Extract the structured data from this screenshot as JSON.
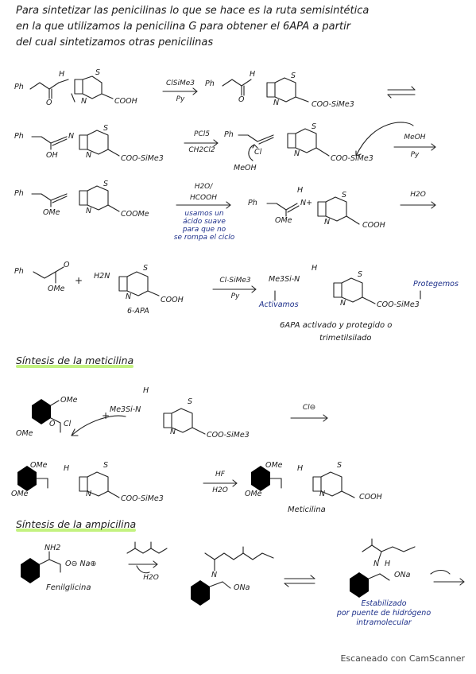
{
  "intro": {
    "line1": "Para sintetizar las penicilinas lo que se hace es la ruta semisintética",
    "line2": "en la que utilizamos la penicilina G para obtener el 6APA a partir",
    "line3": "del cual sintetizamos otras penicilinas"
  },
  "row1": {
    "ph_left": "Ph",
    "h_left": "H",
    "o_left": "O",
    "cooh": "COOH",
    "s_left": "S",
    "n_left": "N",
    "reagent_top": "ClSiMe3",
    "reagent_bottom": "Py",
    "ph_right": "Ph",
    "h_right": "H",
    "o_right": "O",
    "s_right": "S",
    "n_right": "N",
    "ester": "COO-SiMe3"
  },
  "row2": {
    "ph_left": "Ph",
    "oh": "OH",
    "na": "N",
    "s_left": "S",
    "n_left": "N",
    "ester_left": "COO-SiMe3",
    "reagent_top": "PCl5",
    "reagent_bottom": "CH2Cl2",
    "ph_mid": "Ph",
    "cl": "Cl",
    "s_mid": "S",
    "n_mid": "N",
    "meoh_attack": "MeOH",
    "ester_mid": "COO-SiMe3",
    "reagent2_top": "MeOH",
    "reagent2_bottom": "Py"
  },
  "row3": {
    "ph_left": "Ph",
    "ome": "OMe",
    "s_left": "S",
    "n_left": "N",
    "coome": "COOMe",
    "reagent_top": "H2O/",
    "reagent_bottom": "HCOOH",
    "note": [
      "usamos un",
      "ácido suave",
      "para que no",
      "se rompa el ciclo"
    ],
    "ph_mid": "Ph",
    "h_mid": "H",
    "n_plus": "N+",
    "ome_mid": "OMe",
    "s_mid": "S",
    "n_mid2": "N",
    "cooh_mid": "COOH",
    "reagent2": "H2O"
  },
  "row4": {
    "ph": "Ph",
    "o": "O",
    "ome": "OMe",
    "plus": "+",
    "h2n": "H2N",
    "s": "S",
    "n": "N",
    "cooh": "COOH",
    "apa_label": "6-APA",
    "reagent_top": "Cl-SiMe3",
    "reagent_bottom": "Py",
    "me3si": "Me3Si-N",
    "h": "H",
    "s_right": "S",
    "n_right": "N",
    "ester": "COO-SiMe3",
    "activamos": "Activamos",
    "protegemos": "Protegemos",
    "caption1": "6APA activado y protegido o",
    "caption2": "trimetilsilado"
  },
  "meticilina_section": {
    "heading": "Síntesis de la meticilina",
    "ome_top": "OMe",
    "ome_bottom": "OMe",
    "o": "O",
    "cl": "Cl",
    "plus": "+",
    "me3si": "Me3Si-N",
    "h": "H",
    "s": "S",
    "n": "N",
    "ester": "COO-SiMe3",
    "reagent": "Cl⊖",
    "prod_ome_top": "OMe",
    "prod_ome_bottom": "OMe",
    "prod_h": "H",
    "prod_s": "S",
    "prod_n": "N",
    "prod_ester": "COO-SiMe3",
    "reagent2_top": "HF",
    "reagent2_bottom": "H2O",
    "final_ome_top": "OMe",
    "final_ome_bottom": "OMe",
    "final_h": "H",
    "final_s": "S",
    "final_n": "N",
    "final_cooh": "COOH",
    "name": "Meticilina"
  },
  "ampicilina_section": {
    "heading": "Síntesis de la ampicilina",
    "nh2": "NH2",
    "salt": "O⊖ Na⊕",
    "name": "Fenilglicina",
    "h2o": "H2O",
    "intermediate_n": "N",
    "intermediate_ona": "ONa",
    "final_n": "N",
    "final_h": "H",
    "final_ona": "ONa",
    "note": [
      "Estabilizado",
      "por puente de hidrógeno",
      "intramolecular"
    ]
  },
  "footer": "Escaneado con CamScanner"
}
